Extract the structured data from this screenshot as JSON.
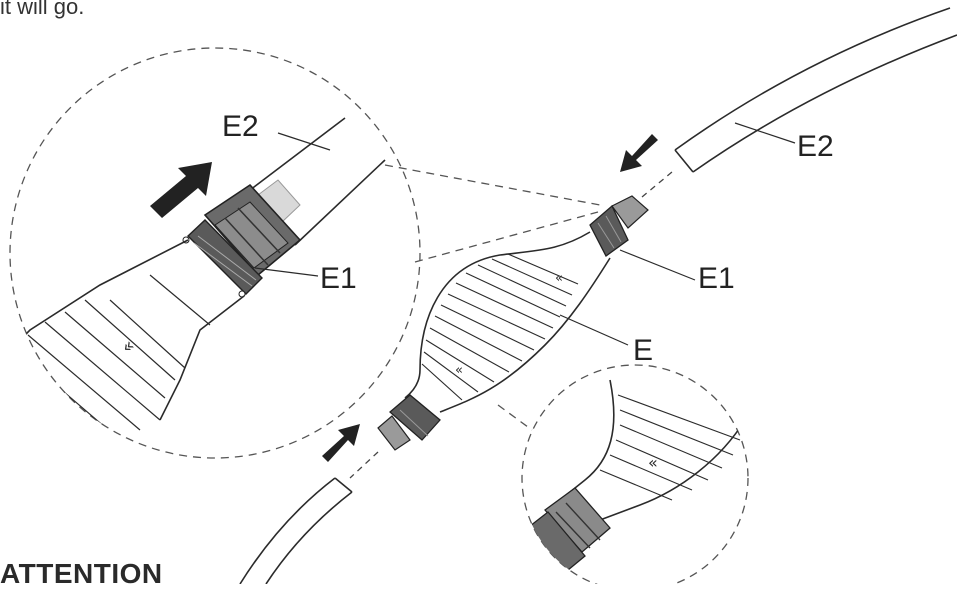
{
  "top_text": "it will go.",
  "heading": "ATTENTION",
  "labels": {
    "zoom_e2": "E2",
    "zoom_e1": "E1",
    "right_e2": "E2",
    "right_e1": "E1",
    "bulb_e": "E"
  },
  "colors": {
    "line": "#2b2b2b",
    "fitting_dark": "#555555",
    "fitting_mid": "#888888",
    "arrow": "#222222"
  }
}
